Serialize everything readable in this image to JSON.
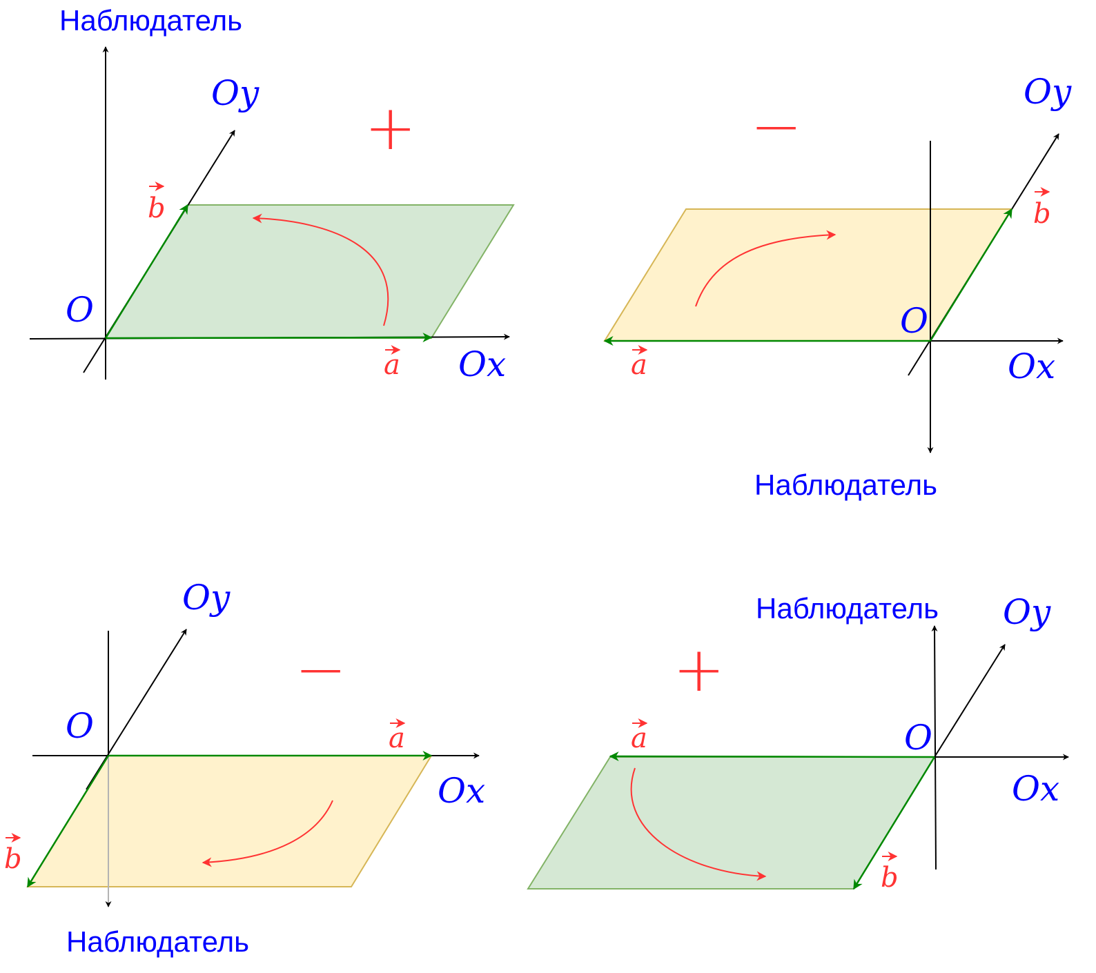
{
  "colors": {
    "axis": "#000000",
    "vector": "#008800",
    "rotation": "#ff3333",
    "label_blue": "#0000ff",
    "label_red": "#ff3333",
    "fill_green": "#d5e8d4",
    "stroke_green": "#82b366",
    "fill_yellow": "#fff2cc",
    "stroke_yellow": "#d6b656"
  },
  "panels": [
    {
      "observer_label": "Наблюдатель",
      "ox_label": "Ox",
      "oy_label": "Oy",
      "origin_label": "O",
      "vector_a_label": "a",
      "vector_b_label": "b",
      "sign": "+",
      "fill": "green"
    },
    {
      "observer_label": "Наблюдатель",
      "ox_label": "Ox",
      "oy_label": "Oy",
      "origin_label": "O",
      "vector_a_label": "a",
      "vector_b_label": "b",
      "sign": "−",
      "fill": "yellow"
    },
    {
      "observer_label": "Наблюдатель",
      "ox_label": "Ox",
      "oy_label": "Oy",
      "origin_label": "O",
      "vector_a_label": "a",
      "vector_b_label": "b",
      "sign": "−",
      "fill": "yellow"
    },
    {
      "observer_label": "Наблюдатель",
      "ox_label": "Ox",
      "oy_label": "Oy",
      "origin_label": "O",
      "vector_a_label": "a",
      "vector_b_label": "b",
      "sign": "+",
      "fill": "green"
    }
  ]
}
